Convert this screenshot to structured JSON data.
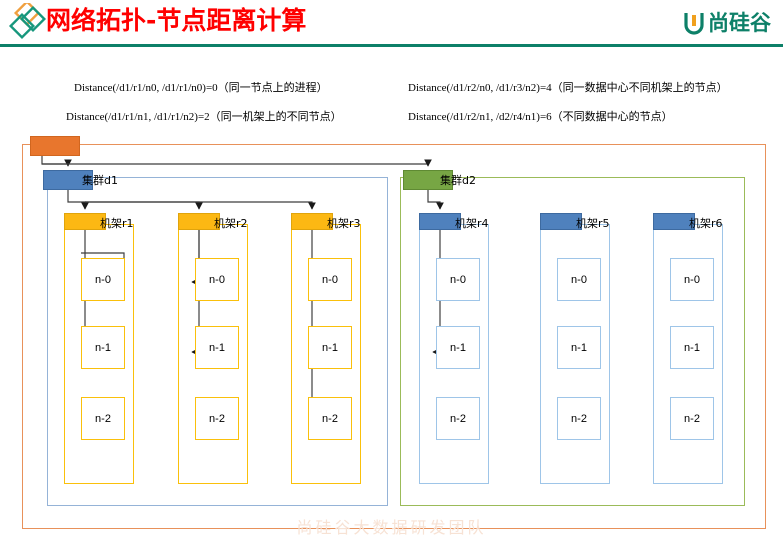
{
  "header": {
    "title": "网络拓扑-节点距离计算",
    "brand": "尚硅谷",
    "logo_icon": "double-diamond-icon",
    "brand_icon": "u-mark-icon",
    "rule_color": "#0d8068",
    "title_color": "#ff0000"
  },
  "formulas": [
    "Distance(/d1/r1/n0, /d1/r1/n0)=0（同一节点上的进程）",
    "Distance(/d1/r1/n1, /d1/r1/n2)=2（同一机架上的不同节点）",
    "Distance(/d1/r2/n0, /d1/r3/n2)=4（同一数据中心不同机架上的节点）",
    "Distance(/d1/r2/n1, /d2/r4/n1)=6（不同数据中心的节点）"
  ],
  "diagram": {
    "root_label": "",
    "clusters": [
      {
        "id": "d1",
        "label": "集群d1",
        "head_color": "#4f81bd",
        "frame_color": "#95b3d7",
        "racks": [
          {
            "id": "r1",
            "label": "机架r1",
            "nodes": [
              "n-0",
              "n-1",
              "n-2"
            ]
          },
          {
            "id": "r2",
            "label": "机架r2",
            "nodes": [
              "n-0",
              "n-1",
              "n-2"
            ]
          },
          {
            "id": "r3",
            "label": "机架r3",
            "nodes": [
              "n-0",
              "n-1",
              "n-2"
            ]
          }
        ]
      },
      {
        "id": "d2",
        "label": "集群d2",
        "head_color": "#77a644",
        "frame_color": "#9bbb59",
        "racks": [
          {
            "id": "r4",
            "label": "机架r4",
            "nodes": [
              "n-0",
              "n-1",
              "n-2"
            ]
          },
          {
            "id": "r5",
            "label": "机架r5",
            "nodes": [
              "n-0",
              "n-1",
              "n-2"
            ]
          },
          {
            "id": "r6",
            "label": "机架r6",
            "nodes": [
              "n-0",
              "n-1",
              "n-2"
            ]
          }
        ]
      }
    ],
    "outer_frame_color": "#e8915a",
    "root_color": "#e8762d",
    "rack_yellow": "#fcb813",
    "rack_blue": "#4f81bd"
  },
  "watermark": "尚硅谷大数据研发团队"
}
